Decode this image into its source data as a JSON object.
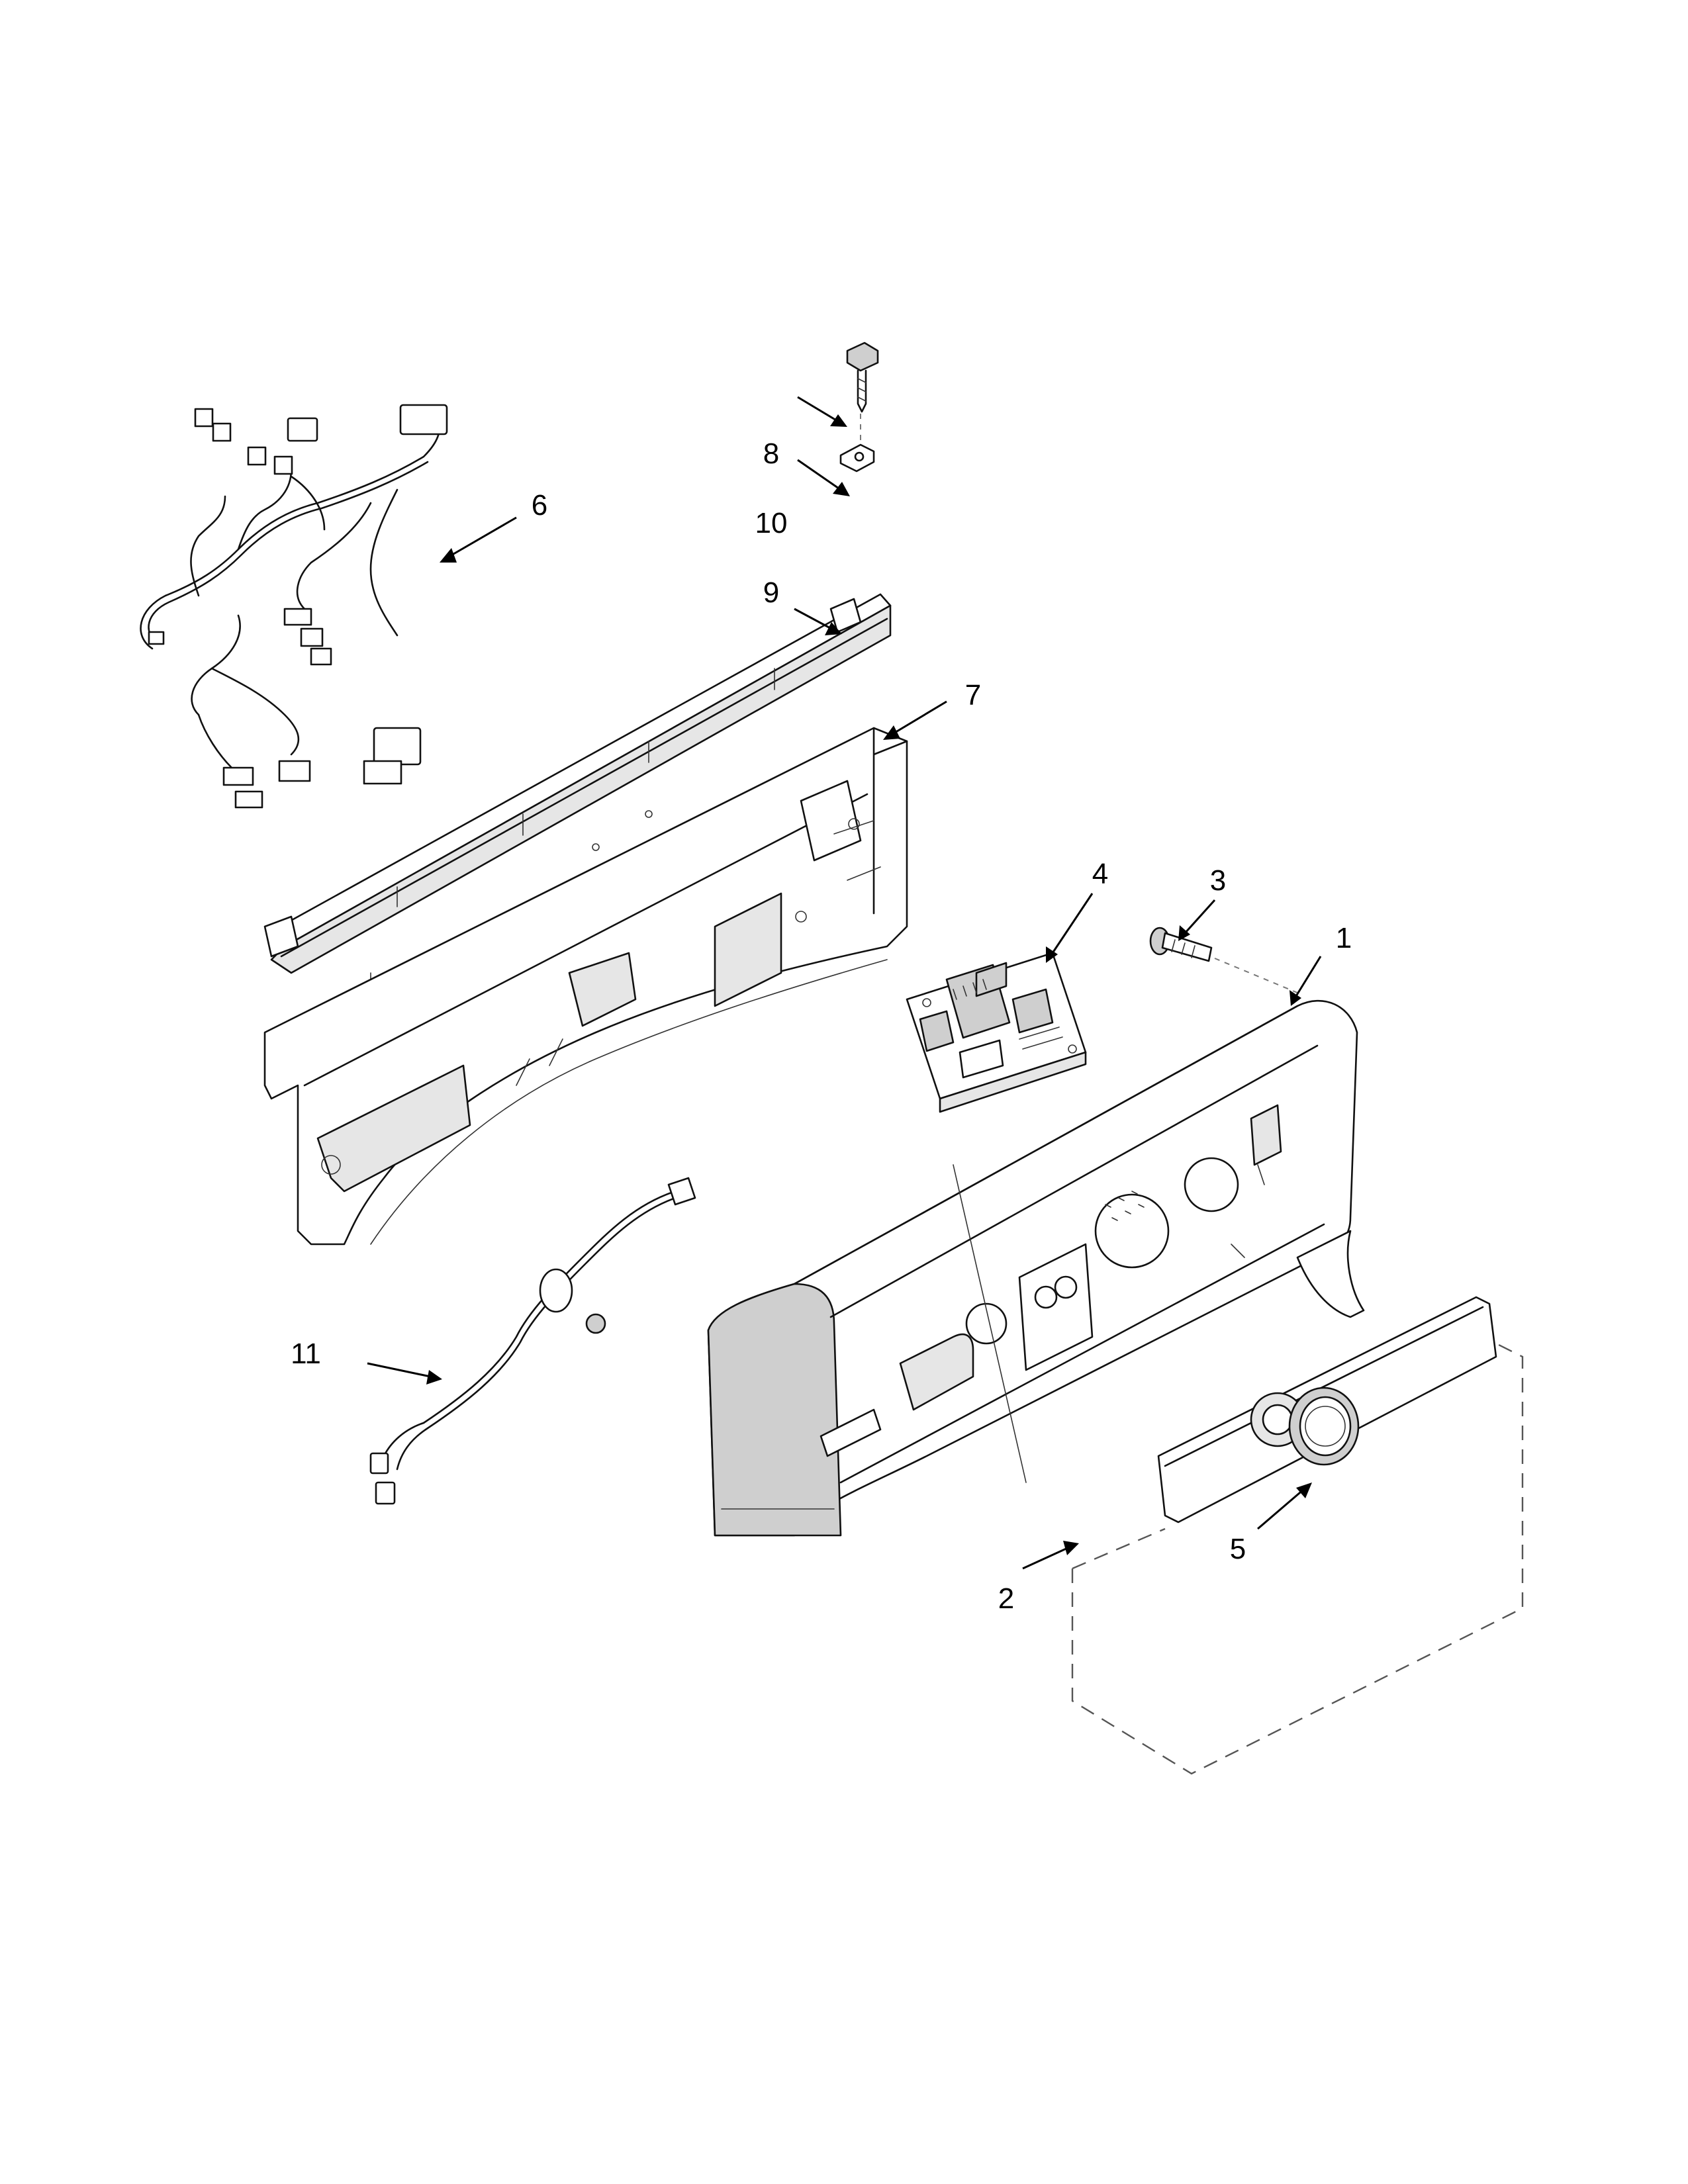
{
  "diagram": {
    "callouts": {
      "1": "1",
      "2": "2",
      "3": "3",
      "4": "4",
      "5": "5",
      "6": "6",
      "7": "7",
      "8": "8",
      "9": "9",
      "10": "10",
      "11": "11"
    }
  }
}
